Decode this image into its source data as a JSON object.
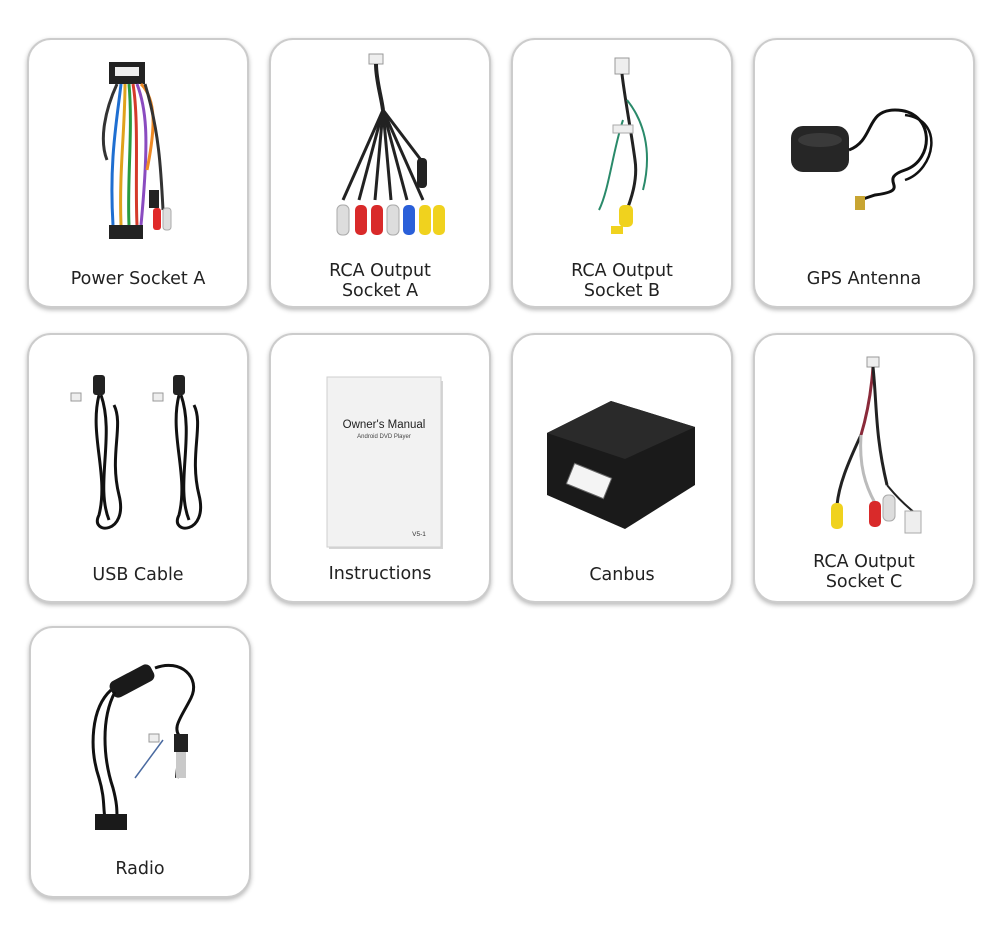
{
  "items": [
    {
      "label": "Power Socket A",
      "icon": "power-harness-icon"
    },
    {
      "label": "RCA Output\nSocket A",
      "icon": "rca-cable-icon"
    },
    {
      "label": "RCA Output\nSocket B",
      "icon": "rca-cable-icon"
    },
    {
      "label": "GPS Antenna",
      "icon": "gps-antenna-icon"
    },
    {
      "label": "USB Cable",
      "icon": "usb-cable-icon"
    },
    {
      "label": "Instructions",
      "icon": "manual-icon"
    },
    {
      "label": "Canbus",
      "icon": "canbus-box-icon"
    },
    {
      "label": "RCA Output\nSocket C",
      "icon": "rca-cable-icon"
    },
    {
      "label": "Radio",
      "icon": "radio-adapter-icon"
    }
  ],
  "manual": {
    "title": "Owner's Manual",
    "subtitle": "Android DVD Player",
    "version": "V5-1"
  }
}
